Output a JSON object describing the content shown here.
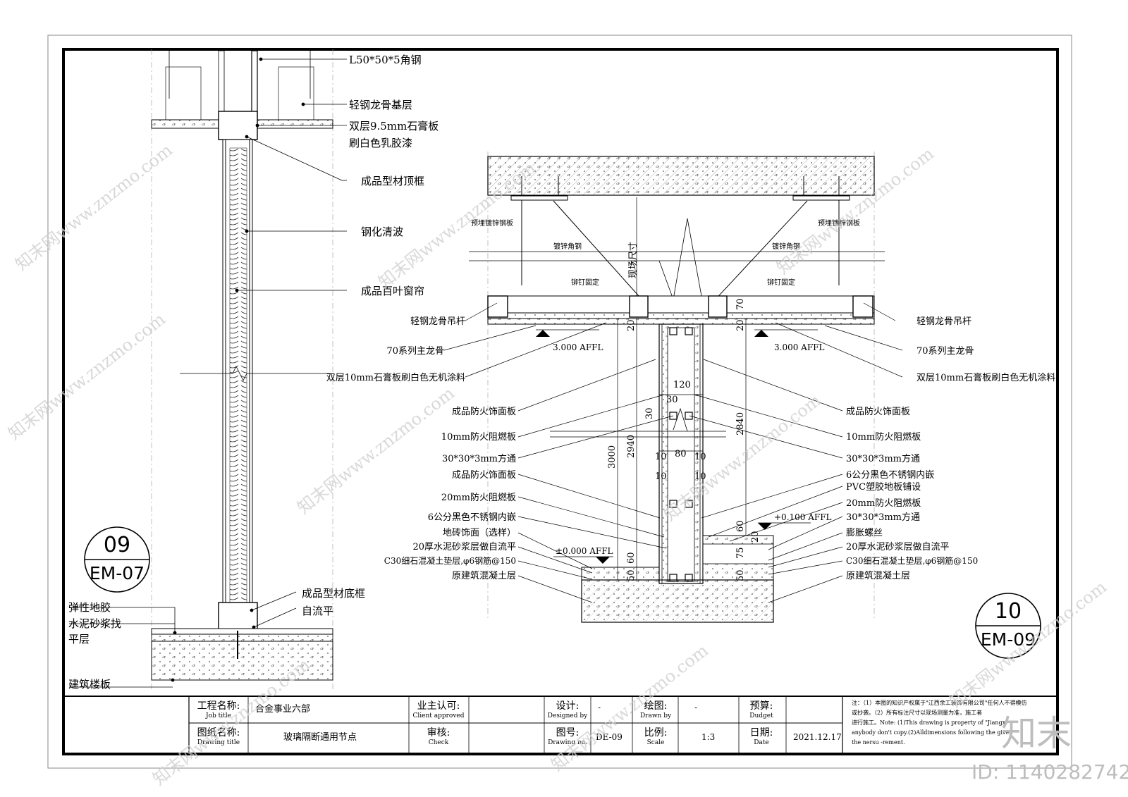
{
  "left_section": {
    "labels": [
      "L50*50*5角钢",
      "轻钢龙骨基层",
      "双层9.5mm石膏板",
      "刷白色乳胶漆",
      "成品型材顶框",
      "钢化清波",
      "成品百叶窗帘",
      "成品型材底框",
      "自流平",
      "弹性地胶",
      "水泥砂浆找",
      "平层",
      "建筑楼板"
    ],
    "tag": {
      "number": "09",
      "sheet": "EM-07"
    }
  },
  "right_section": {
    "top_notes": [
      "预埋镀锌钢板",
      "预埋镀锌钢板",
      "镀锌角钢",
      "镀锌角钢",
      "铆钉固定",
      "铆钉固定",
      "现场尺寸"
    ],
    "left_labels": [
      "轻钢龙骨吊杆",
      "70系列主龙骨",
      "双层10mm石膏板刷白色无机涂料",
      "成品防火饰面板",
      "10mm防火阻燃板",
      "30*30*3mm方通",
      "成品防火饰面板",
      "20mm防火阻燃板",
      "6公分黑色不锈钢内嵌",
      "地砖饰面（选样）",
      "20厚水泥砂浆层做自流平",
      "C30细石混凝土垫层,φ6钢筋@150",
      "原建筑混凝土层"
    ],
    "right_labels": [
      "轻钢龙骨吊杆",
      "70系列主龙骨",
      "双层10mm石膏板刷白色无机涂料",
      "成品防火饰面板",
      "10mm防火阻燃板",
      "30*30*3mm方通",
      "6公分黑色不锈钢内嵌",
      "PVC塑胶地板铺设",
      "20mm防火阻燃板",
      "30*30*3mm方通",
      "膨胀螺丝",
      "20厚水泥砂浆层做自流平",
      "C30细石混凝土垫层,φ6钢筋@150",
      "原建筑混凝土层"
    ],
    "levels": [
      "3.000 AFFL",
      "3.000 AFFL",
      "±0.000 AFFL",
      "+0.100 AFFL"
    ],
    "dimensions": [
      "120",
      "30",
      "30",
      "80",
      "10",
      "10",
      "10",
      "10",
      "3000",
      "2940",
      "2840",
      "20",
      "20",
      "70",
      "60",
      "50",
      "60",
      "20",
      "75",
      "50"
    ],
    "tag": {
      "number": "10",
      "sheet": "EM-09"
    }
  },
  "title_block": {
    "project_label": "工程名称:",
    "project_label_en": "Job title",
    "project_value": "合金事业六部",
    "client_label": "业主认可:",
    "client_label_en": "Client approved",
    "design_label": "设计:",
    "design_label_en": "Designed by",
    "design_value": "-",
    "drawn_label": "绘图:",
    "drawn_label_en": "Drawn by",
    "drawn_value": "-",
    "budget_label": "预算:",
    "budget_label_en": "Dudget",
    "drawing_label": "图纸名称:",
    "drawing_label_en": "Drawing title",
    "drawing_value": "玻璃隔断通用节点",
    "check_label": "审核:",
    "check_label_en": "Check",
    "drawing_no_label": "图号:",
    "drawing_no_label_en": "Drawing no.",
    "drawing_no_value": "DE-09",
    "scale_label": "比例:",
    "scale_label_en": "Scale",
    "scale_value": "1:3",
    "date_label": "日期:",
    "date_label_en": "Date",
    "date_value": "2021.12.17",
    "notes": [
      "注：（1）本图的知识产权属于\"江西余工装饰有限公司\"任何人不得模仿",
      "或抄袭。（2）所有标注尺寸以现场测量为准，施工者",
      "进行施工。Note: (1)This drawing is property of \"Jiangx",
      "anybody don't copy.(2)Alldimensions following the given",
      "the nersu -rement."
    ]
  },
  "watermark": {
    "text": "知末网www.znzmo.com",
    "logo": "知末",
    "id": "ID: 1140282742"
  },
  "colors": {
    "line": "#111111",
    "watermark": "#d6d6d6",
    "hatch": "#555555"
  }
}
